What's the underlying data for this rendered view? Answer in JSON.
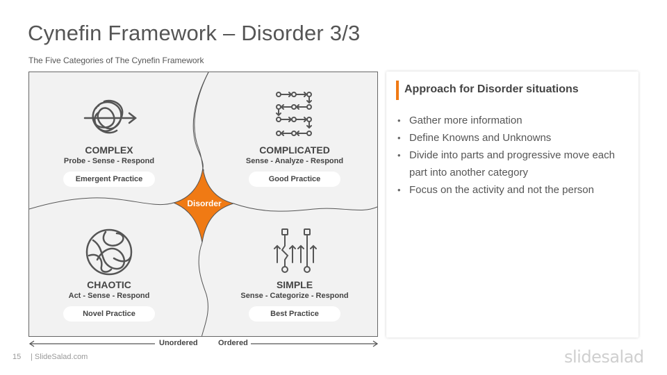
{
  "slide": {
    "title": "Cynefin Framework – Disorder 3/3",
    "subtitle": "The Five Categories of The Cynefin Framework"
  },
  "framework": {
    "center_label": "Disorder",
    "accent_color": "#f07a14",
    "domains": [
      {
        "name": "COMPLEX",
        "steps": "Probe - Sense - Respond",
        "practice": "Emergent Practice",
        "icon": "tangled-arrow-icon"
      },
      {
        "name": "COMPLICATED",
        "steps": "Sense - Analyze - Respond",
        "practice": "Good Practice",
        "icon": "process-flow-icon"
      },
      {
        "name": "CHAOTIC",
        "steps": "Act - Sense - Respond",
        "practice": "Novel Practice",
        "icon": "chaos-circle-icon"
      },
      {
        "name": "SIMPLE",
        "steps": "Sense - Categorize - Respond",
        "practice": "Best Practice",
        "icon": "simple-path-icon"
      }
    ],
    "axis": {
      "left_label": "Unordered",
      "right_label": "Ordered"
    }
  },
  "panel": {
    "heading": "Approach for Disorder situations",
    "bullets": [
      "Gather more information",
      "Define Knowns and Unknowns",
      "Divide into parts and progressive  move each part into another category",
      "Focus on the activity and not the person"
    ]
  },
  "footer": {
    "page_number": "15",
    "site": "| SlideSalad.com",
    "logo": "slidesalad"
  }
}
